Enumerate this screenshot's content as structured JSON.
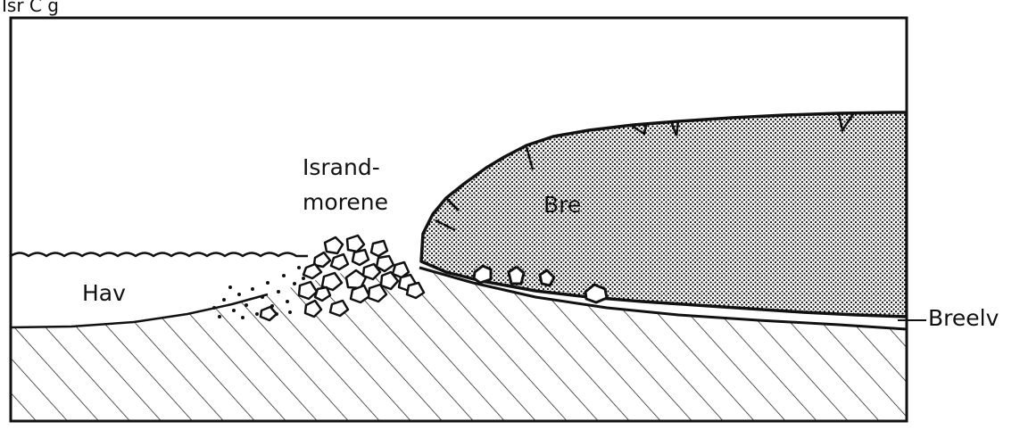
{
  "header_fragment": "Isr  C  g",
  "labels": {
    "sea": "Hav",
    "glacier": "Bre",
    "moraine_line1": "Isrand-",
    "moraine_line2": "morene",
    "meltwater_river": "Breelv"
  },
  "colors": {
    "ink": "#111111",
    "paper": "#ffffff"
  }
}
